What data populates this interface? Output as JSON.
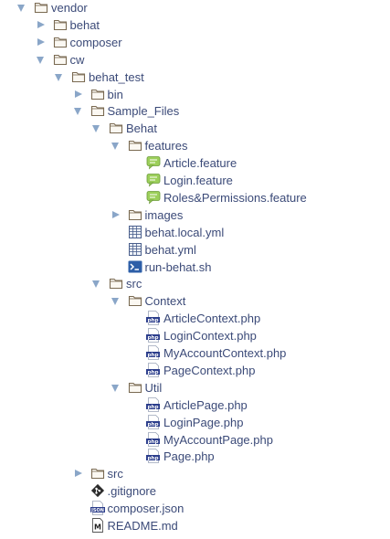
{
  "tree": [
    {
      "label": "vendor",
      "type": "folder",
      "depth": 0,
      "state": "open"
    },
    {
      "label": "behat",
      "type": "folder",
      "depth": 1,
      "state": "closed"
    },
    {
      "label": "composer",
      "type": "folder",
      "depth": 1,
      "state": "closed"
    },
    {
      "label": "cw",
      "type": "folder",
      "depth": 1,
      "state": "open"
    },
    {
      "label": "behat_test",
      "type": "folder",
      "depth": 2,
      "state": "open"
    },
    {
      "label": "bin",
      "type": "folder",
      "depth": 3,
      "state": "closed"
    },
    {
      "label": "Sample_Files",
      "type": "folder",
      "depth": 3,
      "state": "open"
    },
    {
      "label": "Behat",
      "type": "folder",
      "depth": 4,
      "state": "open"
    },
    {
      "label": "features",
      "type": "folder",
      "depth": 5,
      "state": "open"
    },
    {
      "label": "Article.feature",
      "type": "feature",
      "depth": 6,
      "state": "leaf"
    },
    {
      "label": "Login.feature",
      "type": "feature",
      "depth": 6,
      "state": "leaf"
    },
    {
      "label": "Roles&Permissions.feature",
      "type": "feature",
      "depth": 6,
      "state": "leaf"
    },
    {
      "label": "images",
      "type": "folder",
      "depth": 5,
      "state": "closed"
    },
    {
      "label": "behat.local.yml",
      "type": "yml",
      "depth": 5,
      "state": "leaf"
    },
    {
      "label": "behat.yml",
      "type": "yml",
      "depth": 5,
      "state": "leaf"
    },
    {
      "label": "run-behat.sh",
      "type": "sh",
      "depth": 5,
      "state": "leaf"
    },
    {
      "label": "src",
      "type": "folder",
      "depth": 4,
      "state": "open"
    },
    {
      "label": "Context",
      "type": "folder",
      "depth": 5,
      "state": "open"
    },
    {
      "label": "ArticleContext.php",
      "type": "php",
      "depth": 6,
      "state": "leaf"
    },
    {
      "label": "LoginContext.php",
      "type": "php",
      "depth": 6,
      "state": "leaf"
    },
    {
      "label": "MyAccountContext.php",
      "type": "php",
      "depth": 6,
      "state": "leaf"
    },
    {
      "label": "PageContext.php",
      "type": "php",
      "depth": 6,
      "state": "leaf"
    },
    {
      "label": "Util",
      "type": "folder",
      "depth": 5,
      "state": "open"
    },
    {
      "label": "ArticlePage.php",
      "type": "php",
      "depth": 6,
      "state": "leaf"
    },
    {
      "label": "LoginPage.php",
      "type": "php",
      "depth": 6,
      "state": "leaf"
    },
    {
      "label": "MyAccountPage.php",
      "type": "php",
      "depth": 6,
      "state": "leaf"
    },
    {
      "label": "Page.php",
      "type": "php",
      "depth": 6,
      "state": "leaf"
    },
    {
      "label": "src",
      "type": "folder",
      "depth": 3,
      "state": "closed"
    },
    {
      "label": ".gitignore",
      "type": "git",
      "depth": 3,
      "state": "leaf"
    },
    {
      "label": "composer.json",
      "type": "json",
      "depth": 3,
      "state": "leaf"
    },
    {
      "label": "README.md",
      "type": "md",
      "depth": 3,
      "state": "leaf"
    }
  ],
  "icon_names": {
    "folder": "folder-icon",
    "feature": "feature-file-icon",
    "yml": "yml-file-icon",
    "sh": "shell-script-icon",
    "php": "php-file-icon",
    "git": "git-file-icon",
    "json": "json-file-icon",
    "md": "markdown-file-icon"
  },
  "colors": {
    "text": "#3b4a78",
    "twisty": "#8aa6c8",
    "folder_stroke": "#7a6a52",
    "feature_bubble": "#9ccf5a",
    "shell": "#2e5fa8",
    "php": "#2c3e8c"
  }
}
